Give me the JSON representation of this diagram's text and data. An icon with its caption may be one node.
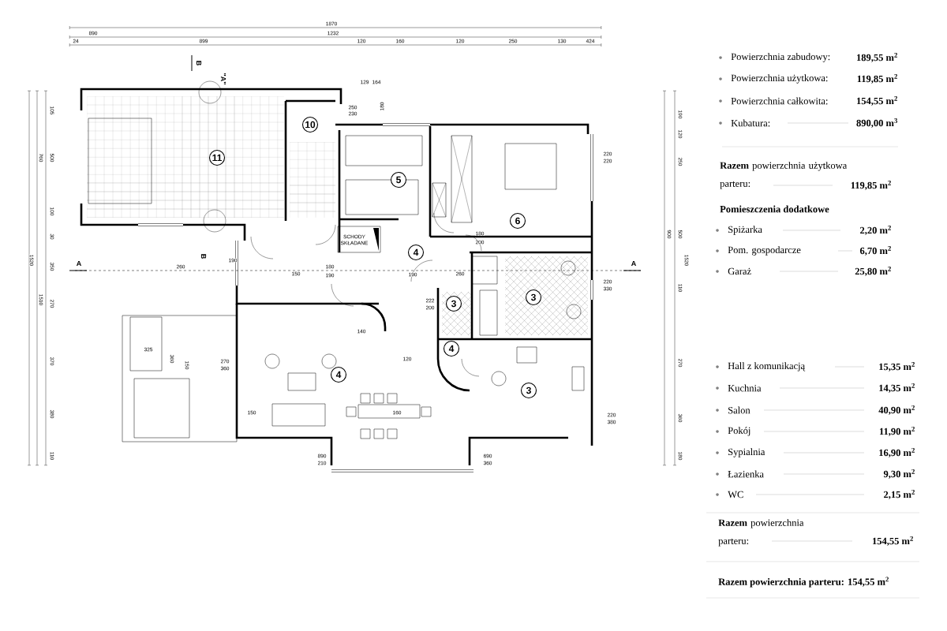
{
  "diagram": {
    "nodes": [
      {
        "text": [
          "11"
        ]
      },
      {
        "text": [
          "10"
        ]
      },
      {
        "text": [
          "5"
        ]
      },
      {
        "text": [
          "4"
        ]
      },
      {
        "text": [
          "6"
        ]
      },
      {
        "text": [
          "4"
        ]
      },
      {
        "text": [
          "3"
        ]
      },
      {
        "text": [
          "3"
        ]
      },
      {
        "text": [
          "4"
        ]
      },
      {
        "text": [
          "3"
        ]
      }
    ],
    "edges": [],
    "labels": [
      "1870",
      "890",
      "1232",
      "24",
      "899",
      "120",
      "160",
      "120",
      "250",
      "130",
      "424",
      "B",
      "\"A\"",
      "129",
      "164",
      "250",
      "230",
      "180",
      "105",
      "500",
      "100",
      "30",
      "350",
      "270",
      "370",
      "380",
      "110",
      "760",
      "1510",
      "1520",
      "190",
      "120",
      "250",
      "500",
      "110",
      "270",
      "360",
      "180",
      "900",
      "1520",
      "SCHODY SKŁADANE",
      "A",
      "A",
      "B",
      "260",
      "190",
      "150",
      "180",
      "190",
      "190",
      "260",
      "180",
      "200",
      "220",
      "220",
      "220",
      "330",
      "222",
      "200",
      "270",
      "360",
      "150",
      "325",
      "360",
      "150",
      "120",
      "140",
      "160",
      "890",
      "210",
      "690",
      "360",
      "220",
      "380",
      "Powierzchnia zabudowy:",
      "189,55 m$^{2}$",
      "Powierzchnia użytkowa:",
      "119,85 m$^{2}$",
      "Powierzchnia całkowita:",
      "154,55 m$^{2}$",
      "Kubatura:",
      "890,00 m$^{3}$",
      "**Razem** powierzchnia użytkowa parteru:",
      "119,85 m$^{2}$",
      "Pomieszczenia dodatkowe",
      "Spiżarka",
      "2,20 m$^{2}$",
      "Pom. gospodarcze",
      "6,70 m$^{2}$",
      "Garaż",
      "25,80 m$^{2}$",
      "Hall z komunikacją",
      "15,35 m$^{2}$",
      "Kuchnia",
      "14,35 m$^{2}$",
      "Salon",
      "40,90 m$^{2}$",
      "Pokój",
      "11,90 m$^{2}$",
      "Sypialnia",
      "16,90 m$^{2}$",
      "Łazienka",
      "9,30 m$^{2}$",
      "WC",
      "2,15 m$^{2}$",
      "**Razem** powierzchnia parteru:",
      "154,55 m$^{2}$",
      "Razem powierzchnia parteru: 154,55 m$^{2}$"
    ]
  }
}
